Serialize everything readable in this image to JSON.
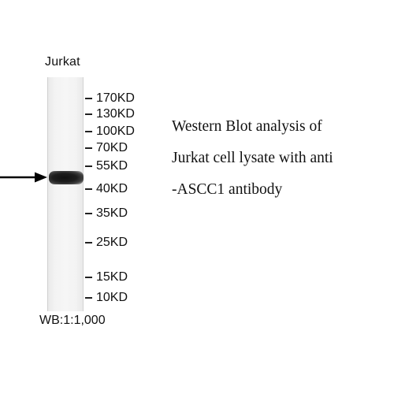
{
  "lane_label": "Jurkat",
  "markers": [
    {
      "label": "170KD"
    },
    {
      "label": "130KD"
    },
    {
      "label": "100KD"
    },
    {
      "label": "70KD"
    },
    {
      "label": "55KD"
    },
    {
      "label": "40KD"
    },
    {
      "label": "35KD"
    },
    {
      "label": "25KD"
    },
    {
      "label": "15KD"
    },
    {
      "label": "10KD"
    }
  ],
  "caption_lines": [
    "Western Blot analysis of",
    "Jurkat cell lysate with anti",
    "-ASCC1 antibody"
  ],
  "dilution": "WB:1:1,000",
  "colors": {
    "band": "#111111",
    "text": "#111111"
  }
}
